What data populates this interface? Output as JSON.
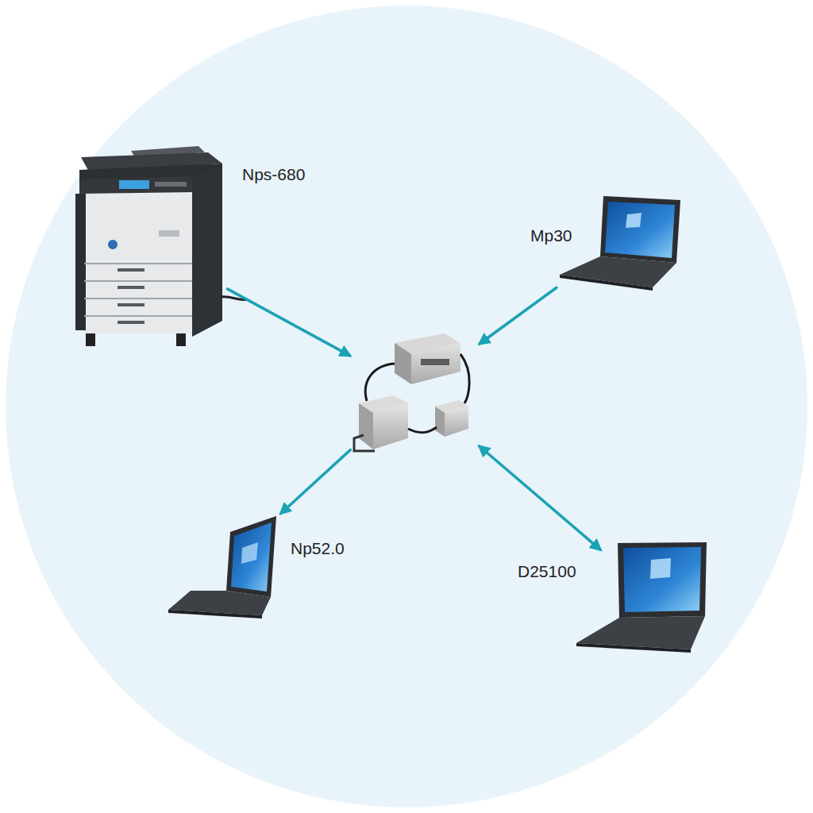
{
  "diagram": {
    "nodes": [
      {
        "text": [
          "Nps-680"
        ]
      },
      {
        "text": [
          "Mp30"
        ]
      },
      {
        "text": []
      },
      {
        "text": [
          "Np52.0"
        ]
      },
      {
        "text": [
          "D25100"
        ]
      }
    ],
    "edges": [
      {
        "from": 0,
        "to": 2,
        "arrow": "to"
      },
      {
        "from": 1,
        "to": 2,
        "arrow": "to"
      },
      {
        "from": 2,
        "to": 3,
        "arrow": "to"
      },
      {
        "from": 2,
        "to": 4,
        "arrow": "both"
      }
    ]
  }
}
